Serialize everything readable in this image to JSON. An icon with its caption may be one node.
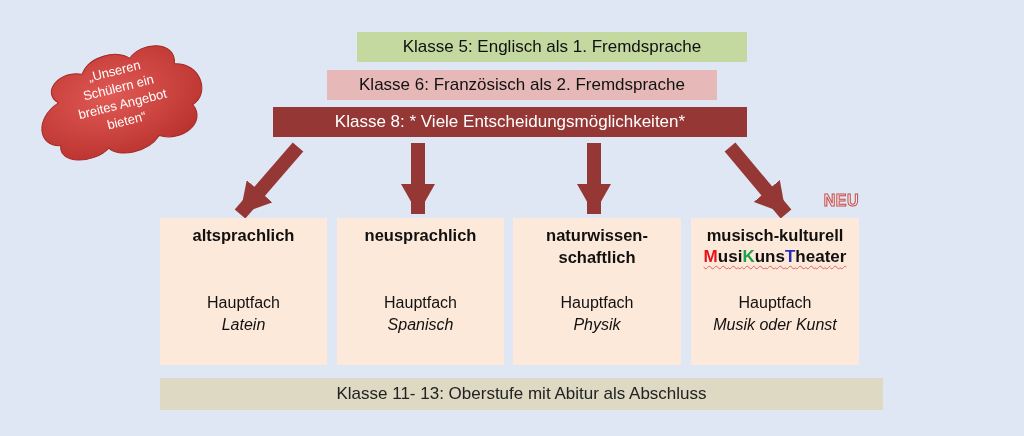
{
  "diagram": {
    "nodes": [
      {
        "text": [
          "„Unseren Schülern ein breites Angebot bieten“"
        ]
      },
      {
        "text": [
          "Klasse 5: Englisch als 1. Fremdsprache"
        ]
      },
      {
        "text": [
          "Klasse 6: Französisch als 2. Fremdsprache"
        ]
      },
      {
        "text": [
          "Klasse 8: * Viele Entscheidungsmöglichkeiten*"
        ]
      },
      {
        "text": [
          "altsprachlich",
          "Hauptfach",
          "Latein"
        ]
      },
      {
        "text": [
          "neusprachlich",
          "Hauptfach",
          "Spanisch"
        ]
      },
      {
        "text": [
          "naturwissen- schaftlich",
          "Hauptfach",
          "Physik"
        ]
      },
      {
        "text": [
          "musisch-kulturell",
          "MusiKunsTheater",
          "Hauptfach",
          "Musik oder Kunst"
        ],
        "beside": [
          "NEU"
        ]
      },
      {
        "text": [
          "Klasse 11- 13: Oberstufe mit Abitur als Abschluss"
        ]
      }
    ],
    "edges": [
      {
        "from": 3,
        "to": 4,
        "arrow": "to"
      },
      {
        "from": 3,
        "to": 5,
        "arrow": "to"
      },
      {
        "from": 3,
        "to": 6,
        "arrow": "to"
      },
      {
        "from": 3,
        "to": 7,
        "arrow": "to"
      }
    ]
  }
}
